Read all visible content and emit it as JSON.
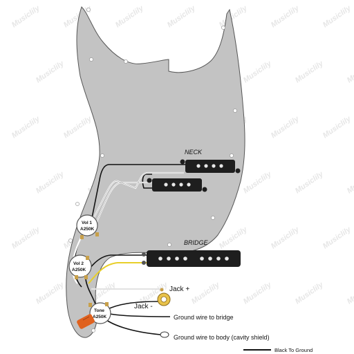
{
  "labels": {
    "neck": "NECK",
    "bridge": "BRIDGE",
    "vol1_line1": "Vol 1",
    "vol1_line2": "A250K",
    "vol2_line1": "Vol 2",
    "vol2_line2": "A250K",
    "tone_line1": "Tone",
    "tone_line2": "A250K",
    "jack_plus": "Jack +",
    "jack_minus": "Jack -",
    "ground_bridge": "Ground wire to bridge",
    "ground_body": "Ground wire to body (cavity shield)",
    "legend_black": "Black To Ground"
  },
  "colors": {
    "pickguard": "#c3c3c3",
    "pickup": "#1e1e1e",
    "pole": "#e8e8e8",
    "wire_black": "#111111",
    "wire_white": "#ffffff",
    "wire_yellow": "#e8cf2a",
    "capacitor": "#e0621f"
  },
  "watermark": "Musiclily"
}
